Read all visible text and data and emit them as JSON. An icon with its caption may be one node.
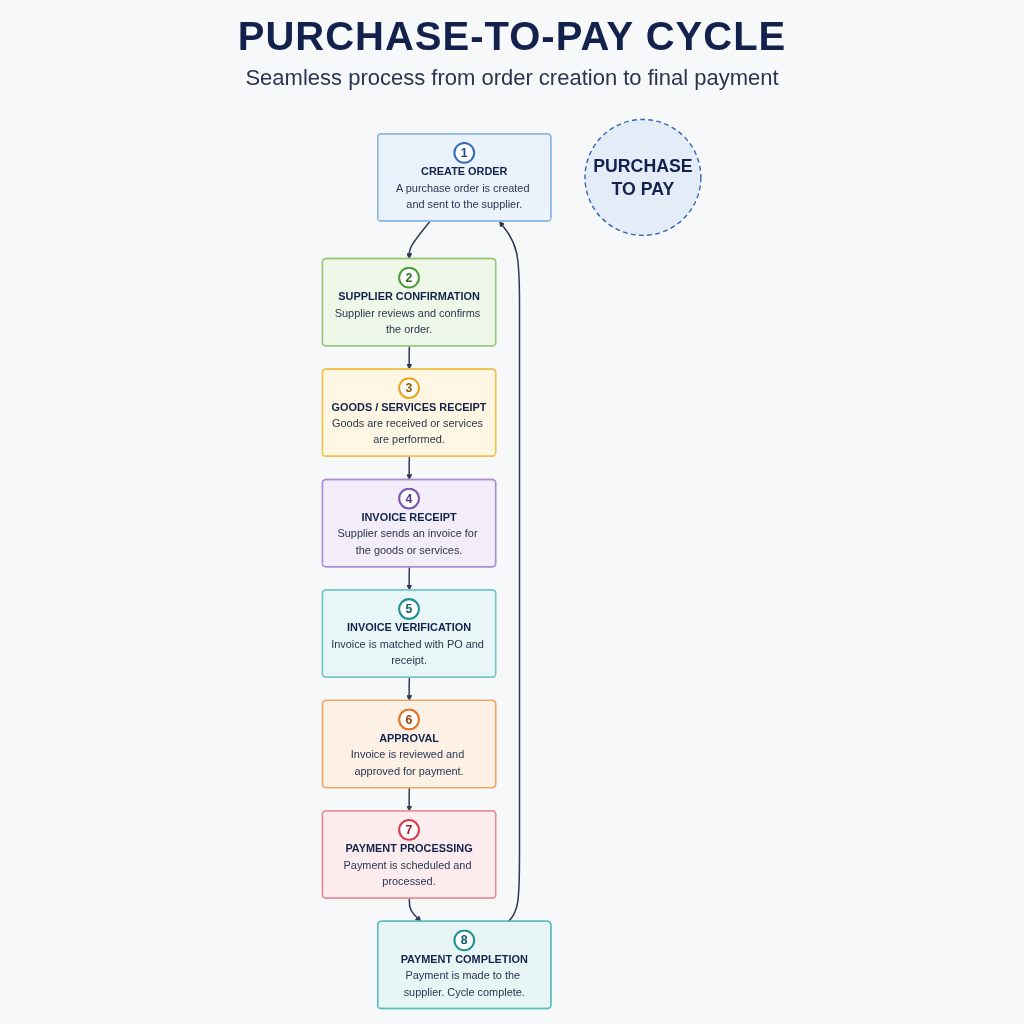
{
  "diagram": {
    "title": "PURCHASE-TO-PAY CYCLE",
    "nodes": [
      {
        "text": [
          "1",
          "CREATE ORDER",
          "A purchase order is created and sent to the supplier."
        ]
      },
      {
        "text": [
          "2",
          "SUPPLIER CONFIRMATION",
          "Supplier reviews and confirms the order."
        ]
      },
      {
        "text": [
          "3",
          "GOODS / SERVICES RECEIPT",
          "Goods are received or services are performed."
        ]
      },
      {
        "text": [
          "4",
          "INVOICE RECEIPT",
          "Supplier sends an invoice for the goods or services."
        ]
      },
      {
        "text": [
          "5",
          "INVOICE VERIFICATION",
          "Invoice is matched with PO and receipt."
        ]
      },
      {
        "text": [
          "6",
          "APPROVAL",
          "Invoice is reviewed and approved for payment."
        ]
      },
      {
        "text": [
          "7",
          "PAYMENT PROCESSING",
          "Payment is scheduled and processed."
        ]
      },
      {
        "text": [
          "8",
          "PAYMENT COMPLETION",
          "Payment is made to the supplier. Cycle complete."
        ]
      },
      {
        "text": [
          "PURCHASE TO PAY"
        ]
      }
    ],
    "edges": [
      {
        "from": 0,
        "to": 1,
        "arrow": "to"
      },
      {
        "from": 1,
        "to": 2,
        "arrow": "to"
      },
      {
        "from": 2,
        "to": 3,
        "arrow": "to"
      },
      {
        "from": 3,
        "to": 4,
        "arrow": "to"
      },
      {
        "from": 4,
        "to": 5,
        "arrow": "to"
      },
      {
        "from": 5,
        "to": 6,
        "arrow": "to"
      },
      {
        "from": 6,
        "to": 7,
        "arrow": "to"
      },
      {
        "from": 7,
        "to": 0,
        "arrow": "to"
      }
    ],
    "labels": [
      "Seamless process from order creation to final payment"
    ]
  }
}
